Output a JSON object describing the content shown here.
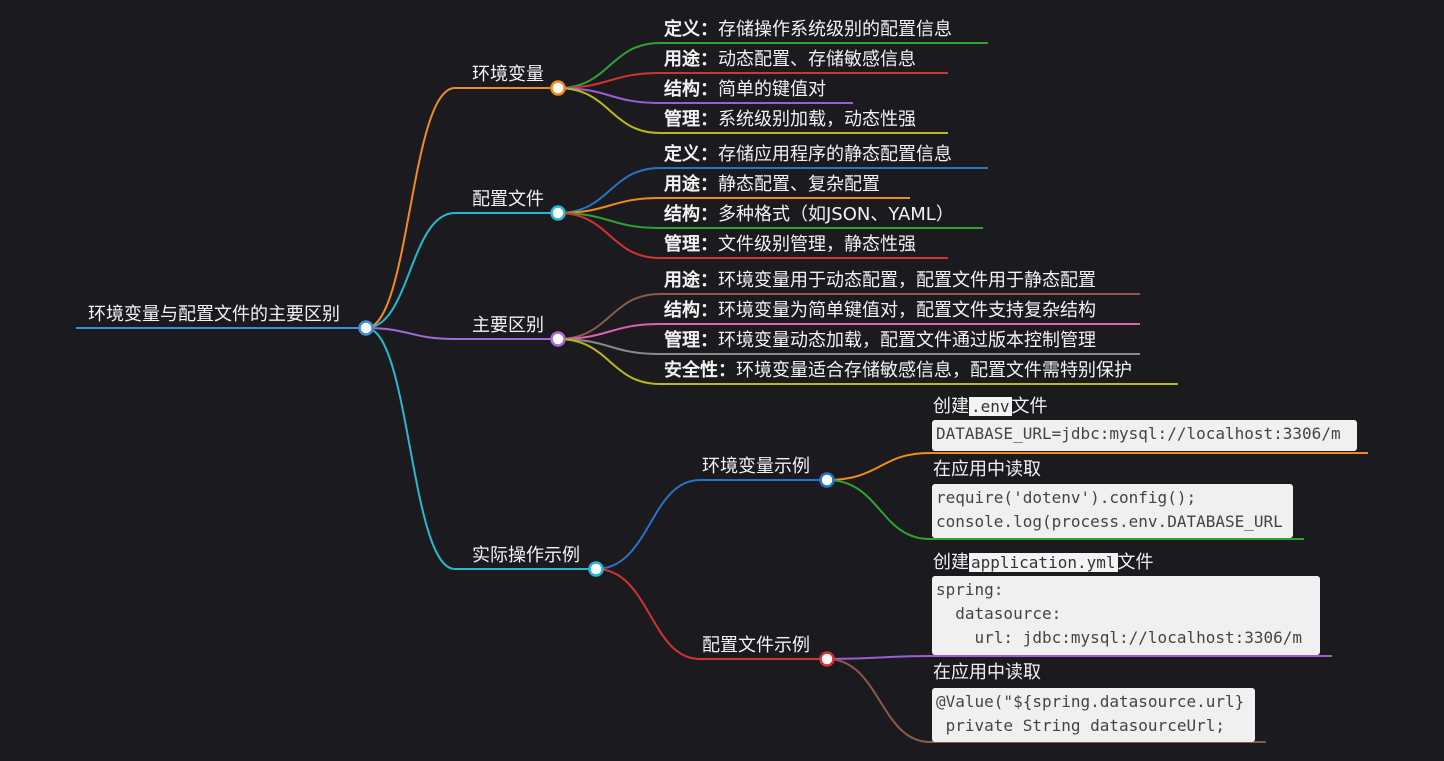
{
  "root": "环境变量与配置文件的主要区别",
  "branches": [
    {
      "label": "环境变量",
      "items": [
        {
          "key": "定义：",
          "text": "存储操作系统级别的配置信息"
        },
        {
          "key": "用途：",
          "text": "动态配置、存储敏感信息"
        },
        {
          "key": "结构：",
          "text": "简单的键值对"
        },
        {
          "key": "管理：",
          "text": "系统级别加载，动态性强"
        }
      ]
    },
    {
      "label": "配置文件",
      "items": [
        {
          "key": "定义：",
          "text": "存储应用程序的静态配置信息"
        },
        {
          "key": "用途：",
          "text": "静态配置、复杂配置"
        },
        {
          "key": "结构：",
          "text": "多种格式（如JSON、YAML）"
        },
        {
          "key": "管理：",
          "text": "文件级别管理，静态性强"
        }
      ]
    },
    {
      "label": "主要区别",
      "items": [
        {
          "key": "用途：",
          "text": "环境变量用于动态配置，配置文件用于静态配置"
        },
        {
          "key": "结构：",
          "text": "环境变量为简单键值对，配置文件支持复杂结构"
        },
        {
          "key": "管理：",
          "text": "环境变量动态加载，配置文件通过版本控制管理"
        },
        {
          "key": "安全性：",
          "text": "环境变量适合存储敏感信息，配置文件需特别保护"
        }
      ]
    },
    {
      "label": "实际操作示例",
      "sub": [
        {
          "label": "环境变量示例",
          "steps": [
            {
              "prefix": "创建",
              "code": ".env",
              "suffix": "文件",
              "block": "DATABASE_URL=jdbc:mysql://localhost:3306/m"
            },
            {
              "prefix": "在应用中读取",
              "code": "",
              "suffix": "",
              "block": "require('dotenv').config();\nconsole.log(process.env.DATABASE_URL"
            }
          ]
        },
        {
          "label": "配置文件示例",
          "steps": [
            {
              "prefix": "创建",
              "code": "application.yml",
              "suffix": "文件",
              "block": "spring:\n  datasource:\n    url: jdbc:mysql://localhost:3306/m"
            },
            {
              "prefix": "在应用中读取",
              "code": "",
              "suffix": "",
              "block": "@Value(\"${spring.datasource.url}\n private String datasourceUrl;"
            }
          ]
        }
      ]
    }
  ],
  "colors": {
    "background": "#1b1b1f",
    "root_line": "#3d8fd1",
    "branch_env": "#f08c1e",
    "branch_cfg": "#27b7cf",
    "branch_diff": "#a46ad6",
    "branch_example": "#27b7cf",
    "green": "#2fa22f",
    "red": "#d23232",
    "purple": "#9b5fd1",
    "olive": "#b8b81e",
    "blue": "#2a72c4",
    "orange": "#f08c1e",
    "brown": "#8a5a4a",
    "pink": "#e05fb0",
    "gray": "#8a8a8a"
  }
}
